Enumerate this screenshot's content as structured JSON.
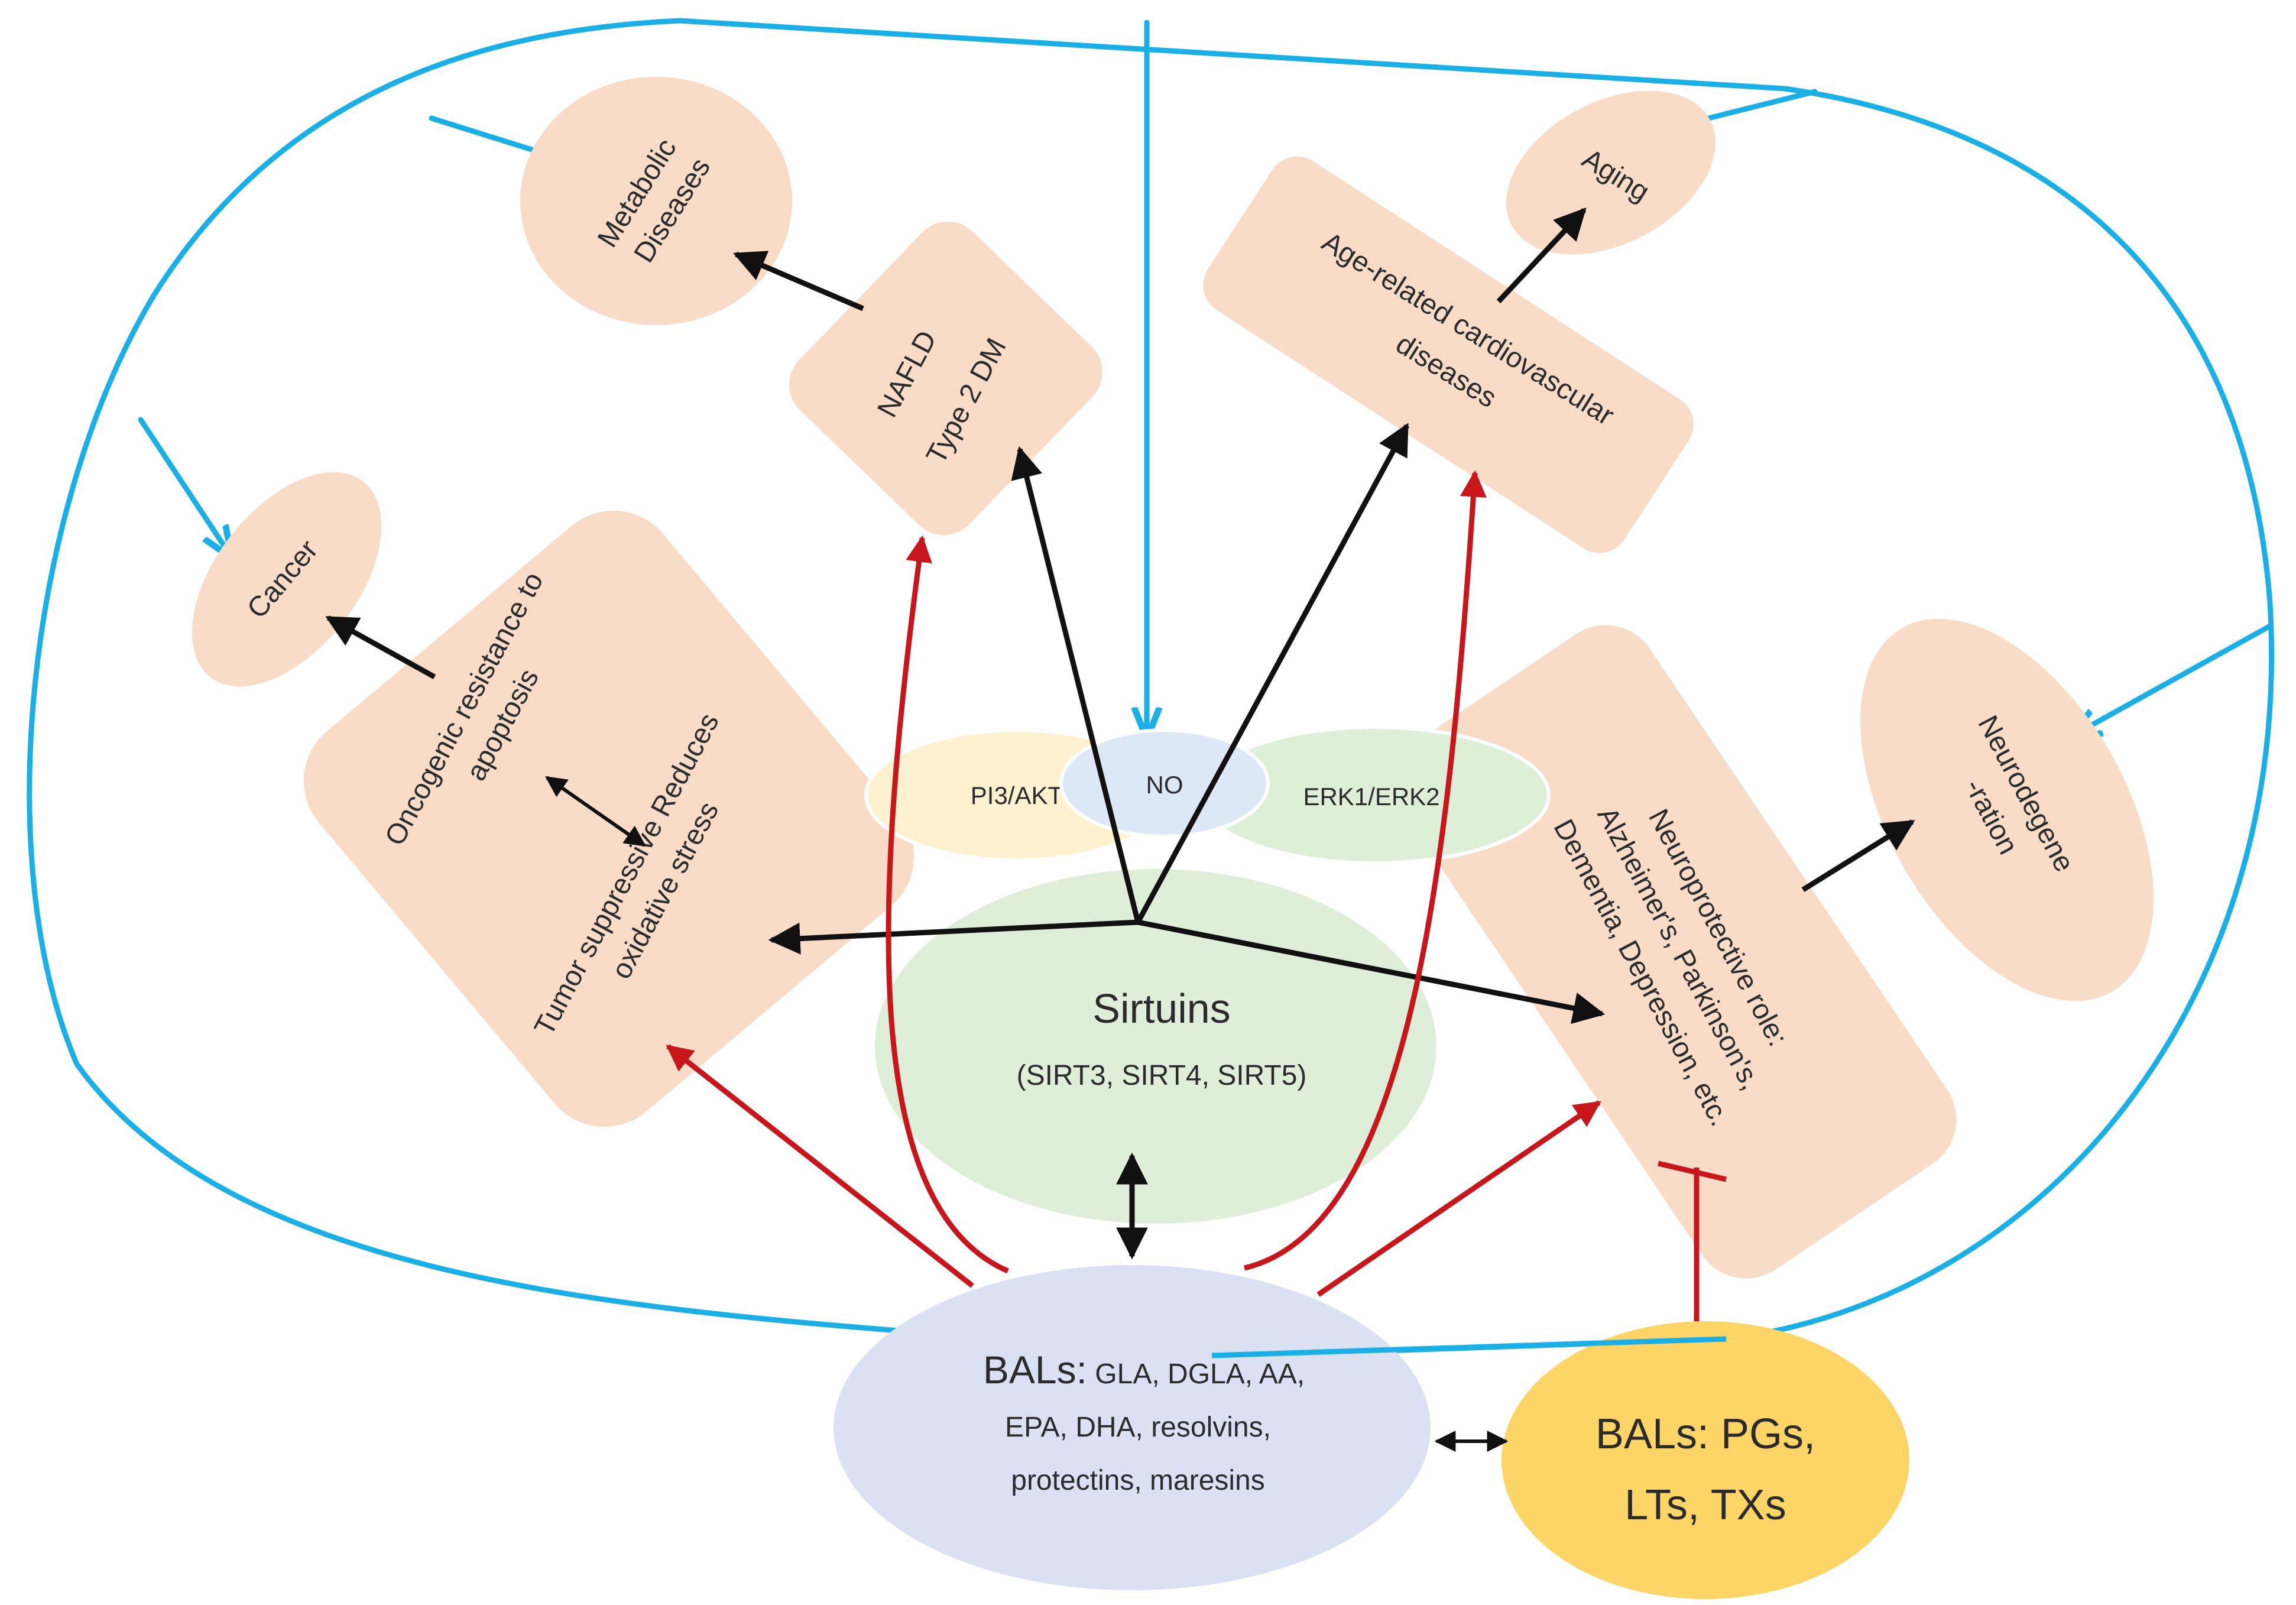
{
  "colors": {
    "node_fill": "#f8dcc8",
    "hub_fill": "#dfeed8",
    "bals_fill": "#d9e1f3",
    "pgs_fill": "#fdd566",
    "pi3_fill": "#fdf1cf",
    "no_fill": "#dde8f6",
    "erk_fill": "#deefd8",
    "blue_line": "#1ab0e6",
    "red_arrow": "#c8161d",
    "black_arrow": "#111111"
  },
  "nodes": {
    "metabolic": {
      "line1": "Metabolic",
      "line2": "Diseases"
    },
    "nafld": {
      "line1": "NAFLD",
      "line2": "Type 2 DM"
    },
    "age_cardio": {
      "line1": "Age-related cardiovascular",
      "line2": "diseases"
    },
    "aging": {
      "label": "Aging"
    },
    "cancer": {
      "label": "Cancer"
    },
    "oncogenic": {
      "line1": "Oncogenic resistance to",
      "line2": "apoptosis",
      "line3": "Tumor suppressive Reduces",
      "line4": "oxidative stress"
    },
    "neuro_role": {
      "line1": "Neuroprotective role:",
      "line2": "Alzheimer's, Parkinson's,",
      "line3": "Dementia, Depression, etc."
    },
    "neurodegeneration": {
      "line1": "Neurodegene",
      "line2": "-ration"
    }
  },
  "pathways": {
    "pi3akt": "PI3/AKT",
    "no": "NO",
    "erk": "ERK1/ERK2"
  },
  "hub": {
    "title": "Sirtuins",
    "subtitle": "(SIRT3, SIRT4, SIRT5)"
  },
  "bals": {
    "prefix": "BALs:",
    "line1_rest": " GLA, DGLA, AA,",
    "line2": "EPA, DHA, resolvins,",
    "line3": "protectins, maresins"
  },
  "bals_pg": {
    "line1": "BALs: PGs,",
    "line2": "LTs, TXs"
  }
}
